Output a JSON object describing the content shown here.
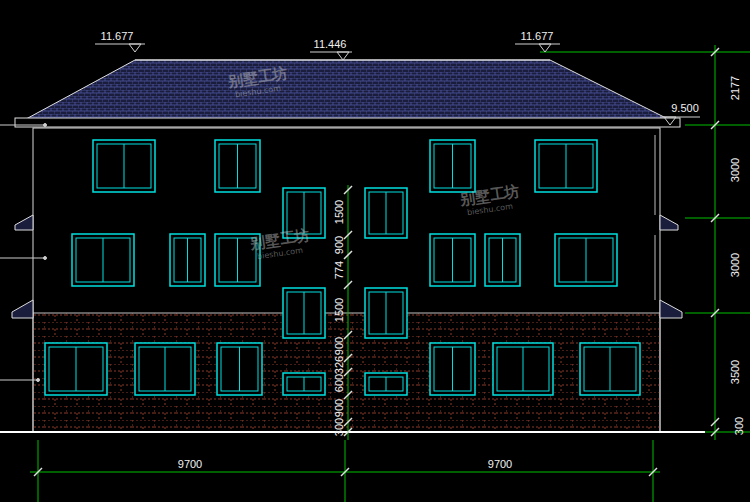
{
  "diagram": {
    "labels": [
      "11.677",
      "11.446",
      "11.677",
      "9.500",
      "2177",
      "3000",
      "3000",
      "3500",
      "300",
      "1500",
      "900",
      "774",
      "1500",
      "900",
      "326",
      "600",
      "900",
      "300",
      "9700",
      "9700",
      "别墅工坊",
      "bieshu.com",
      "别墅工坊",
      "bieshu.com",
      "别墅工坊",
      "bieshu.com"
    ]
  }
}
